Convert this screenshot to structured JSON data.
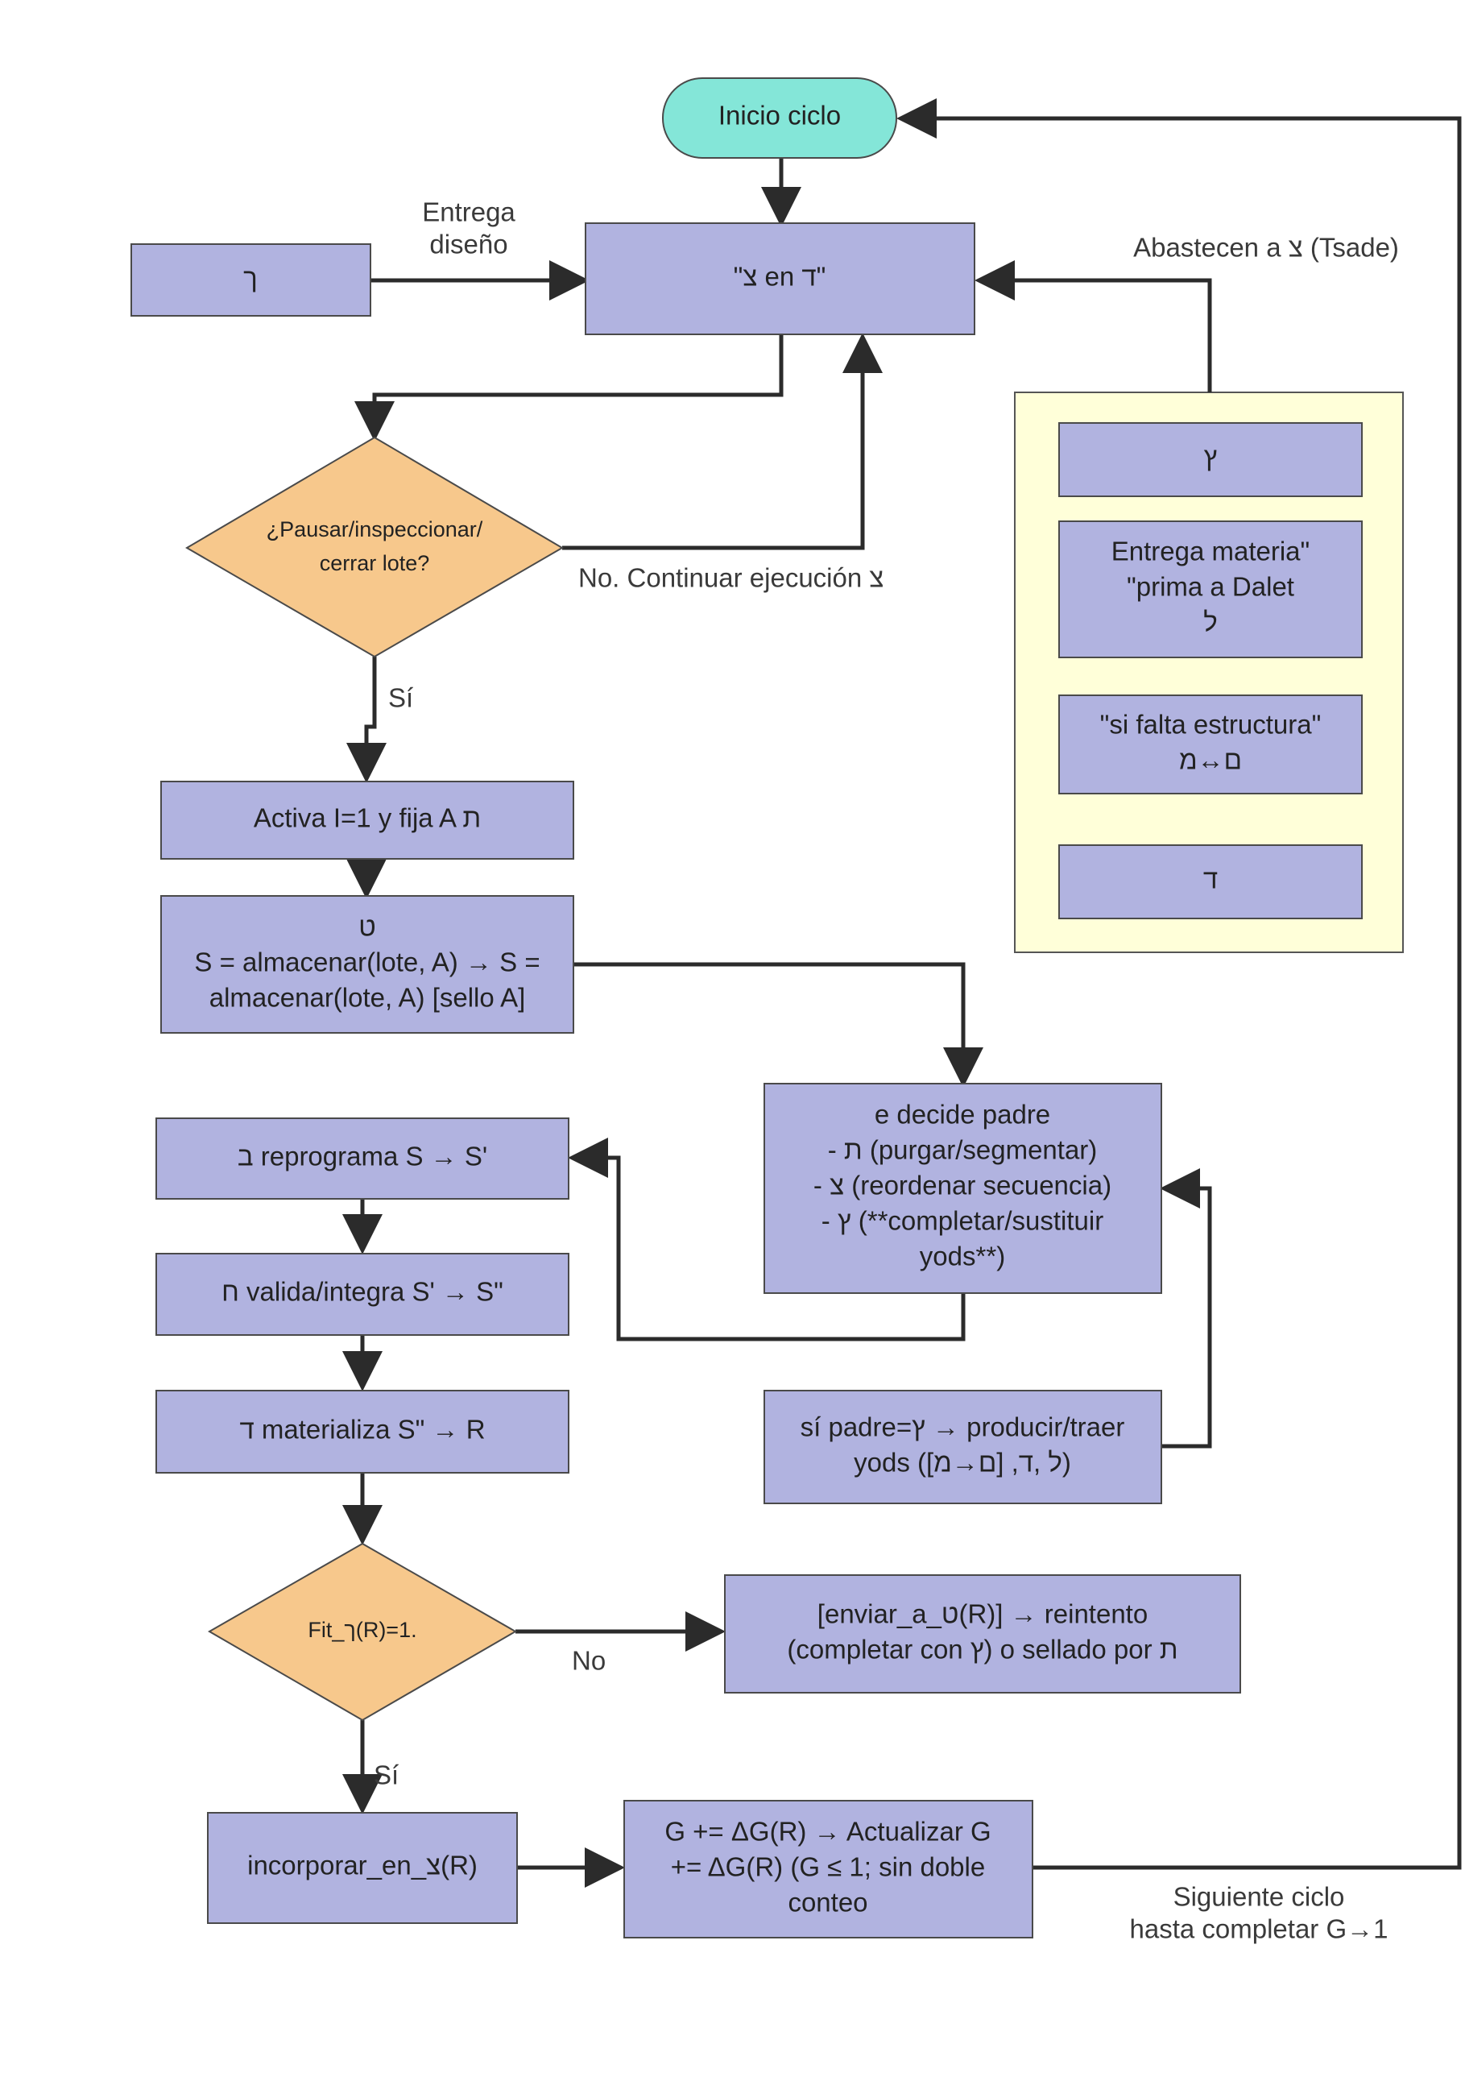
{
  "colors": {
    "box_fill": "#b1b3e0",
    "decision_fill": "#f7c88c",
    "terminal_fill": "#84e6d8",
    "panel_fill": "#ffffd9",
    "edge": "#2b2b2b"
  },
  "nodes": {
    "inicio": {
      "lines": [
        "Inicio ciclo"
      ]
    },
    "resh": {
      "lines": [
        "ך"
      ]
    },
    "tsade_dalet": {
      "lines": [
        "\"צ en ד\""
      ]
    },
    "pausar": {
      "lines": [
        "¿Pausar/inspeccionar/",
        "cerrar lote?"
      ]
    },
    "activa": {
      "lines": [
        "Activa I=1 y fija A ת"
      ]
    },
    "almacenar": {
      "lines": [
        "ט",
        "S = almacenar(lote, A) → S =",
        "almacenar(lote, A) [sello A]"
      ]
    },
    "decide": {
      "lines": [
        "e decide padre",
        "- ת (purgar/segmentar)",
        "- צ (reordenar secuencia)",
        "- ץ (**completar/sustituir",
        "yods**)"
      ]
    },
    "reprograma": {
      "lines": [
        "ב reprograma S → S'"
      ]
    },
    "valida": {
      "lines": [
        "ח valida/integra S' → S\""
      ]
    },
    "materializa": {
      "lines": [
        "ד materializa S\" → R"
      ]
    },
    "padre_yod": {
      "lines": [
        "sí padre=ץ → producir/traer",
        "yods ([ם→מ] ,ל ,ד)"
      ]
    },
    "fit": {
      "lines": [
        "Fit_ך(R)=1."
      ]
    },
    "enviar": {
      "lines": [
        "[enviar_a_ט(R)]  → reintento",
        "(completar con ץ) o sellado por ת"
      ]
    },
    "incorporar": {
      "lines": [
        "incorporar_en_צ(R)"
      ]
    },
    "actualizar": {
      "lines": [
        "G += ΔG(R) → Actualizar G",
        "+= ΔG(R) (G ≤ 1; sin doble",
        "conteo"
      ]
    },
    "panel_yod": {
      "lines": [
        "ץ"
      ]
    },
    "panel_entrega": {
      "lines": [
        "Entrega materia\"",
        "\"prima a Dalet",
        "ל"
      ]
    },
    "panel_falta": {
      "lines": [
        "\"si falta estructura\"",
        "ם↔מ"
      ]
    },
    "panel_dalet": {
      "lines": [
        "ד"
      ]
    }
  },
  "edge_labels": {
    "entrega_diseno": [
      "Entrega",
      "diseño"
    ],
    "abastecen": [
      "Abastecen a צ (Tsade)"
    ],
    "no_continuar": [
      "No. Continuar ejecución צ"
    ],
    "si_1": [
      "Sí"
    ],
    "no_fit": [
      "No"
    ],
    "si_2": [
      "Sí"
    ],
    "siguiente": [
      "Siguiente ciclo",
      "hasta completar G→1"
    ]
  }
}
